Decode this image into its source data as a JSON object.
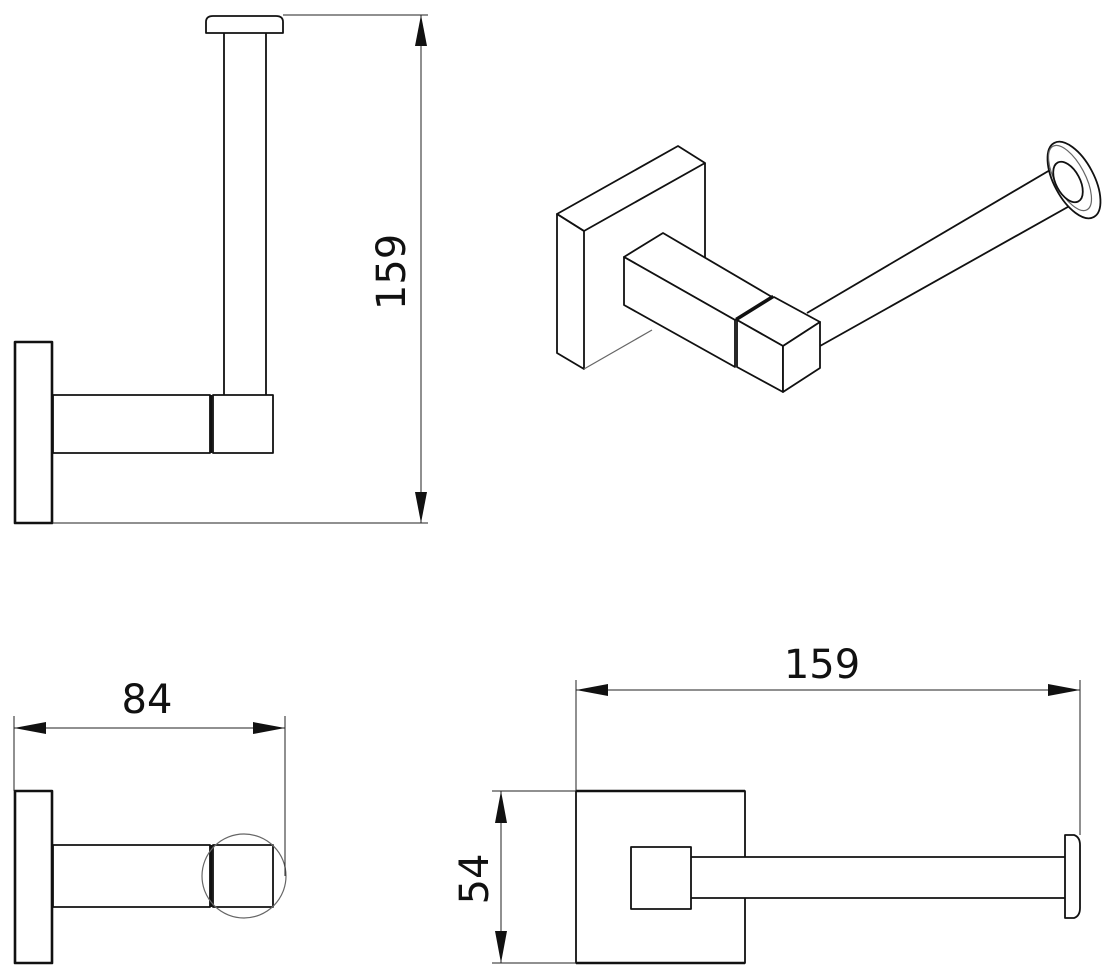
{
  "dimensions": {
    "side_view_height": "159",
    "bottom_view_depth": "84",
    "front_view_width": "159",
    "front_view_plate_height": "54"
  },
  "colors": {
    "line": "#111111",
    "background": "#ffffff"
  }
}
